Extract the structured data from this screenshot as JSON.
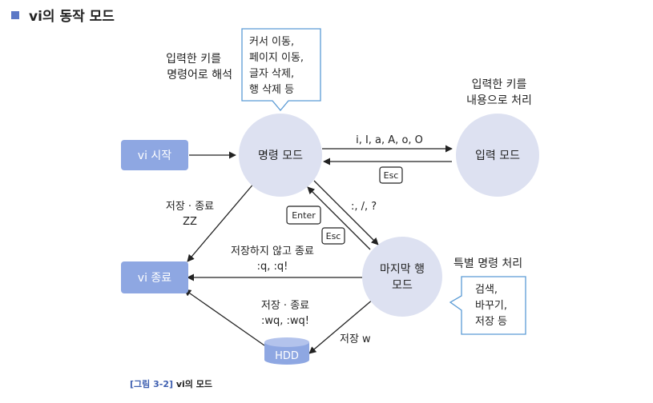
{
  "section_title": "vi의 동작 모드",
  "colors": {
    "accent": "#5b78c6",
    "node_circle": "#dde1f1",
    "node_rect": "#8ea7e2",
    "callout_border": "#5b9bd5"
  },
  "nodes": {
    "vi_start": "vi 시작",
    "vi_end": "vi 종료",
    "command_mode": "명령 모드",
    "input_mode": "입력 모드",
    "lastline_mode_1": "마지막 행",
    "lastline_mode_2": "모드",
    "hdd": "HDD"
  },
  "notes": {
    "command_1": "입력한 키를",
    "command_2": "명령어로 해석",
    "input_1": "입력한 키를",
    "input_2": "내용으로 처리",
    "lastline": "특별 명령 처리"
  },
  "callouts": {
    "command": [
      "커서 이동,",
      "페이지 이동,",
      "글자 삭제,",
      "행 삭제 등"
    ],
    "lastline": [
      "검색,",
      "바꾸기,",
      "저장 등"
    ]
  },
  "edges": {
    "to_input": "i, I, a, A, o, O",
    "esc_key": "Esc",
    "to_lastline": ":, /, ?",
    "enter_key": "Enter",
    "esc_key_2": "Esc",
    "save_quit_1": "저장 · 종료",
    "save_quit_2": "ZZ",
    "quit_nosave_1": "저장하지 않고 종료",
    "quit_nosave_2": ":q, :q!",
    "save_quit_3": "저장 · 종료",
    "save_quit_4": ":wq, :wq!",
    "save_w": "저장 w"
  },
  "caption": {
    "figure": "[그림 3-2]",
    "text": "vi의 모드"
  }
}
